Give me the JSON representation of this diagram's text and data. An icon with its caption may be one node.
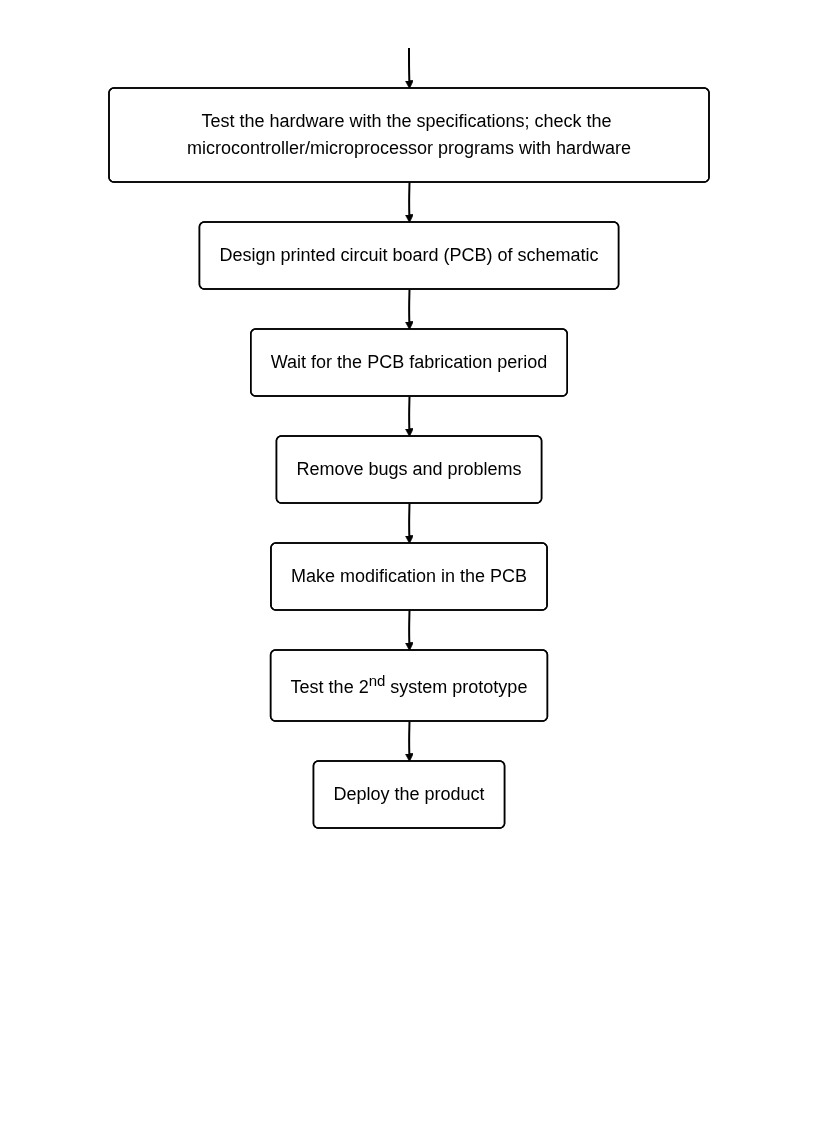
{
  "diagram": {
    "nodes": [
      {
        "text": [
          "Test the hardware with the specifications; check the microcontroller/microprocessor programs with hardware"
        ]
      },
      {
        "text": [
          "Design printed circuit board (PCB) of schematic"
        ]
      },
      {
        "text": [
          "Wait for the PCB fabrication period"
        ]
      },
      {
        "text": [
          "Remove bugs and problems"
        ]
      },
      {
        "text": [
          "Make modification in the PCB"
        ]
      },
      {
        "text": [
          "Test the 2$^{nd}$ system prototype"
        ]
      },
      {
        "text": [
          "Deploy the product"
        ]
      }
    ],
    "edges": [
      {
        "from": null,
        "to": 0,
        "arrow": "to"
      },
      {
        "from": 0,
        "to": 1,
        "arrow": "to"
      },
      {
        "from": 1,
        "to": 2,
        "arrow": "to"
      },
      {
        "from": 2,
        "to": 3,
        "arrow": "to"
      },
      {
        "from": 3,
        "to": 4,
        "arrow": "to"
      },
      {
        "from": 4,
        "to": 5,
        "arrow": "to"
      },
      {
        "from": 5,
        "to": 6,
        "arrow": "to"
      }
    ]
  }
}
